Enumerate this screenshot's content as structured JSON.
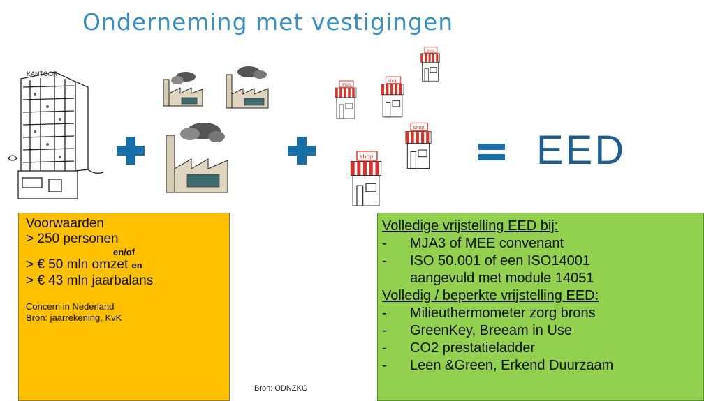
{
  "title": "Onderneming met vestigingen",
  "labels": {
    "office_sign": "KANTOOR",
    "shop_sign": "shop",
    "plus_symbol": "+",
    "equals_symbol": "=",
    "result": "EED"
  },
  "conditions": {
    "heading": "Voorwaarden",
    "line1": "> 250 personen",
    "connector": "en/of",
    "line2_main": "> € 50 mln omzet ",
    "line2_suffix": "en",
    "line3": "> € 43 mln jaarbalans",
    "note1": "Concern in Nederland",
    "note2": "Bron: jaarrekening, KvK"
  },
  "exemptions": {
    "full_heading": "Volledige vrijstelling EED bij:",
    "full_items": [
      "MJA3 of MEE convenant",
      "ISO 50.001 of een ISO14001"
    ],
    "full_item2_cont": "aangevuld met module 14051",
    "partial_heading": "Volledig / beperkte vrijstelling EED:",
    "partial_items": [
      "Milieuthermometer zorg brons",
      "GreenKey, Breeam in Use",
      "CO2 prestatieladder",
      "Leen &Green, Erkend Duurzaam"
    ],
    "dash": "-"
  },
  "source": "Bron: ODNZKG",
  "colors": {
    "title": "#3a8fc4",
    "plus": "#1a6ea8",
    "equals": "#1a6ea8",
    "result": "#1f5e8e",
    "conditions_bg": "#ffc000",
    "exemptions_bg": "#92d050",
    "shop_awning": "#d9342b"
  },
  "icons": [
    "office-building-icon",
    "factory-icon",
    "shop-icon",
    "plus-icon",
    "equals-icon"
  ]
}
